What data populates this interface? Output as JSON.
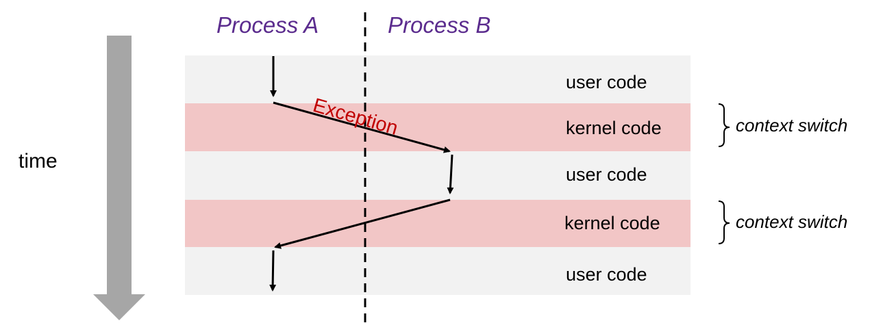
{
  "process_a": "Process A",
  "process_b": "Process B",
  "time_label": "time",
  "exception_label": "Exception",
  "bands": [
    {
      "label": "user code",
      "kind": "user"
    },
    {
      "label": "kernel code",
      "kind": "kernel"
    },
    {
      "label": "user code",
      "kind": "user"
    },
    {
      "label": "kernel code",
      "kind": "kernel"
    },
    {
      "label": "user code",
      "kind": "user"
    }
  ],
  "context_switches": [
    "context switch",
    "context switch"
  ],
  "colors": {
    "user_band": "#f2f2f2",
    "kernel_band": "#f2c6c6",
    "process_label": "#5b2c8e",
    "exception": "#c00000",
    "time_arrow": "#a6a6a6"
  }
}
